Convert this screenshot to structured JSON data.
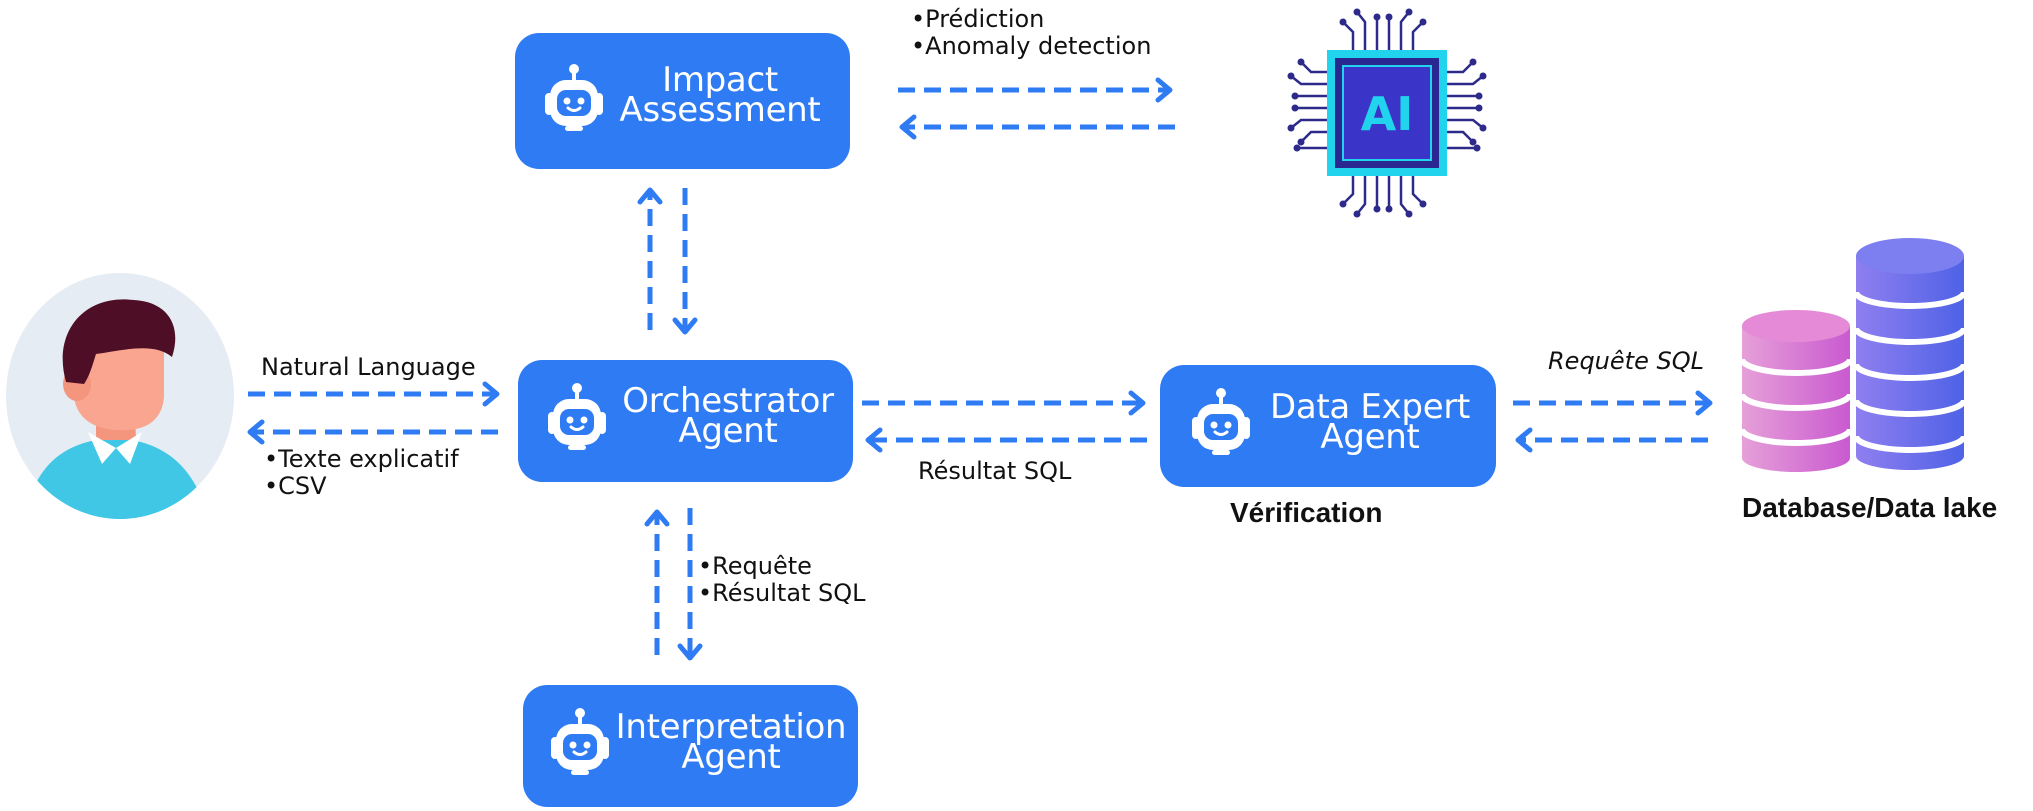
{
  "agents": {
    "impact": {
      "line1": "Impact",
      "line2": "Assessment"
    },
    "orchestrator": {
      "line1": "Orchestrator",
      "line2": "Agent"
    },
    "interpretation": {
      "line1": "Interpretation",
      "line2": "Agent"
    },
    "data_expert": {
      "line1": "Data Expert",
      "line2": "Agent"
    }
  },
  "ai_chip": {
    "text": "AI"
  },
  "labels": {
    "impact_to_ai": [
      "Prédiction",
      "Anomaly detection"
    ],
    "user_to_orchestrator": "Natural Language",
    "orchestrator_to_user": [
      "Texte explicatif",
      "CSV"
    ],
    "orchestrator_to_interpretation": [
      "Requête",
      "Résultat SQL"
    ],
    "data_expert_to_orchestrator": "Résultat SQL",
    "data_expert_to_db": "Requête SQL",
    "data_expert_caption": "Vérification",
    "database_caption": "Database/Data lake"
  },
  "bullet": "•",
  "colors": {
    "agent_box": "#2f7bf3",
    "arrow": "#2f7bf3",
    "chip_outer": "#22d3ee",
    "chip_inner": "#3b34c8",
    "db_small": "#e26bc4",
    "db_large": "#5b68e8"
  }
}
